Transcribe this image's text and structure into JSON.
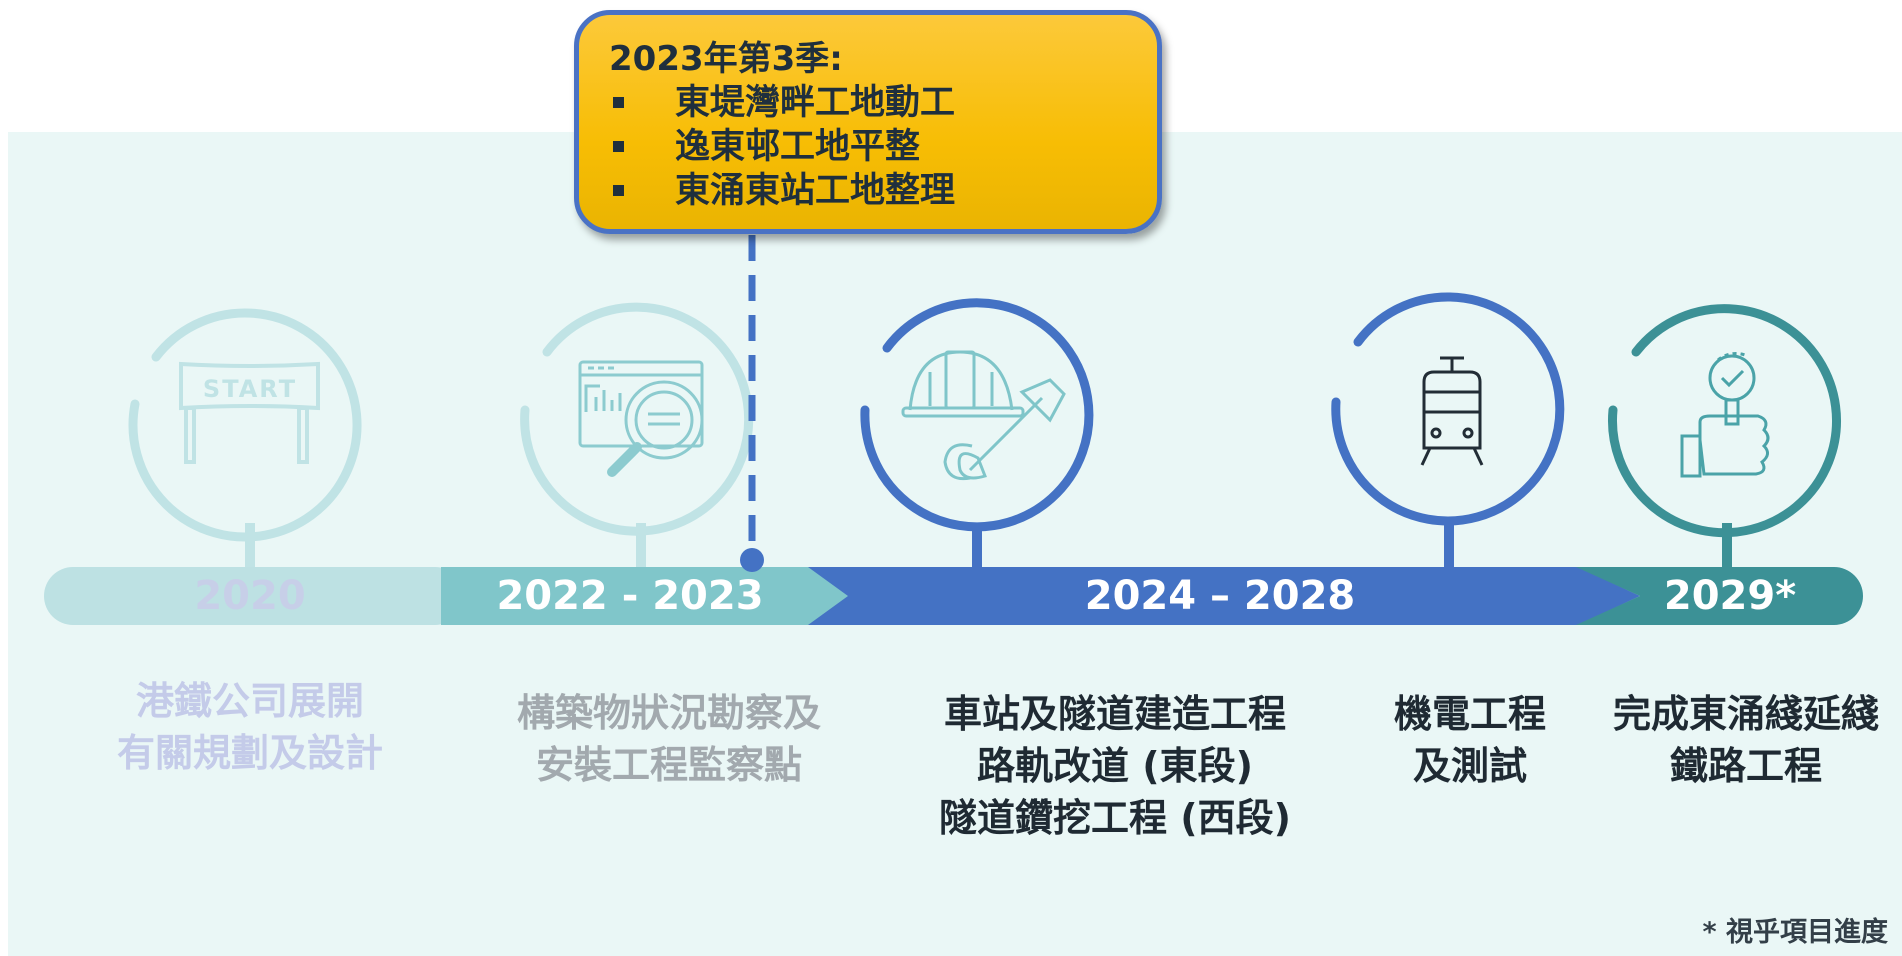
{
  "popup": {
    "title": "2023年第3季:",
    "items": [
      "東堤灣畔工地動工",
      "逸東邨工地平整",
      "東涌東站工地整理"
    ]
  },
  "timeline": [
    {
      "year": "2020",
      "icon": "start-banner-icon",
      "lines": [
        "港鐵公司展開",
        "有關規劃及設計"
      ]
    },
    {
      "year": "2022 - 2023",
      "icon": "inspection-magnifier-icon",
      "lines": [
        "構築物狀況勘察及",
        "安裝工程監察點"
      ]
    },
    {
      "year": "2024 – 2028",
      "icon": "helmet-shovel-icon",
      "lines": [
        "車站及隧道建造工程",
        "路軌改道 (東段)",
        "隧道鑽挖工程 (西段)"
      ]
    },
    {
      "year": "",
      "icon": "train-icon",
      "lines": [
        "機電工程",
        "及測試"
      ]
    },
    {
      "year": "2029*",
      "icon": "approval-hand-icon",
      "lines": [
        "完成東涌綫延綫",
        "鐵路工程"
      ]
    }
  ],
  "footnote": "*  視乎項目進度",
  "colors": {
    "background": "#eaf7f6",
    "faded": "#bde1e3",
    "teal_light": "#80c6ca",
    "blue": "#4472c4",
    "teal_dark": "#3c9196",
    "popup": "#f8be0a"
  }
}
